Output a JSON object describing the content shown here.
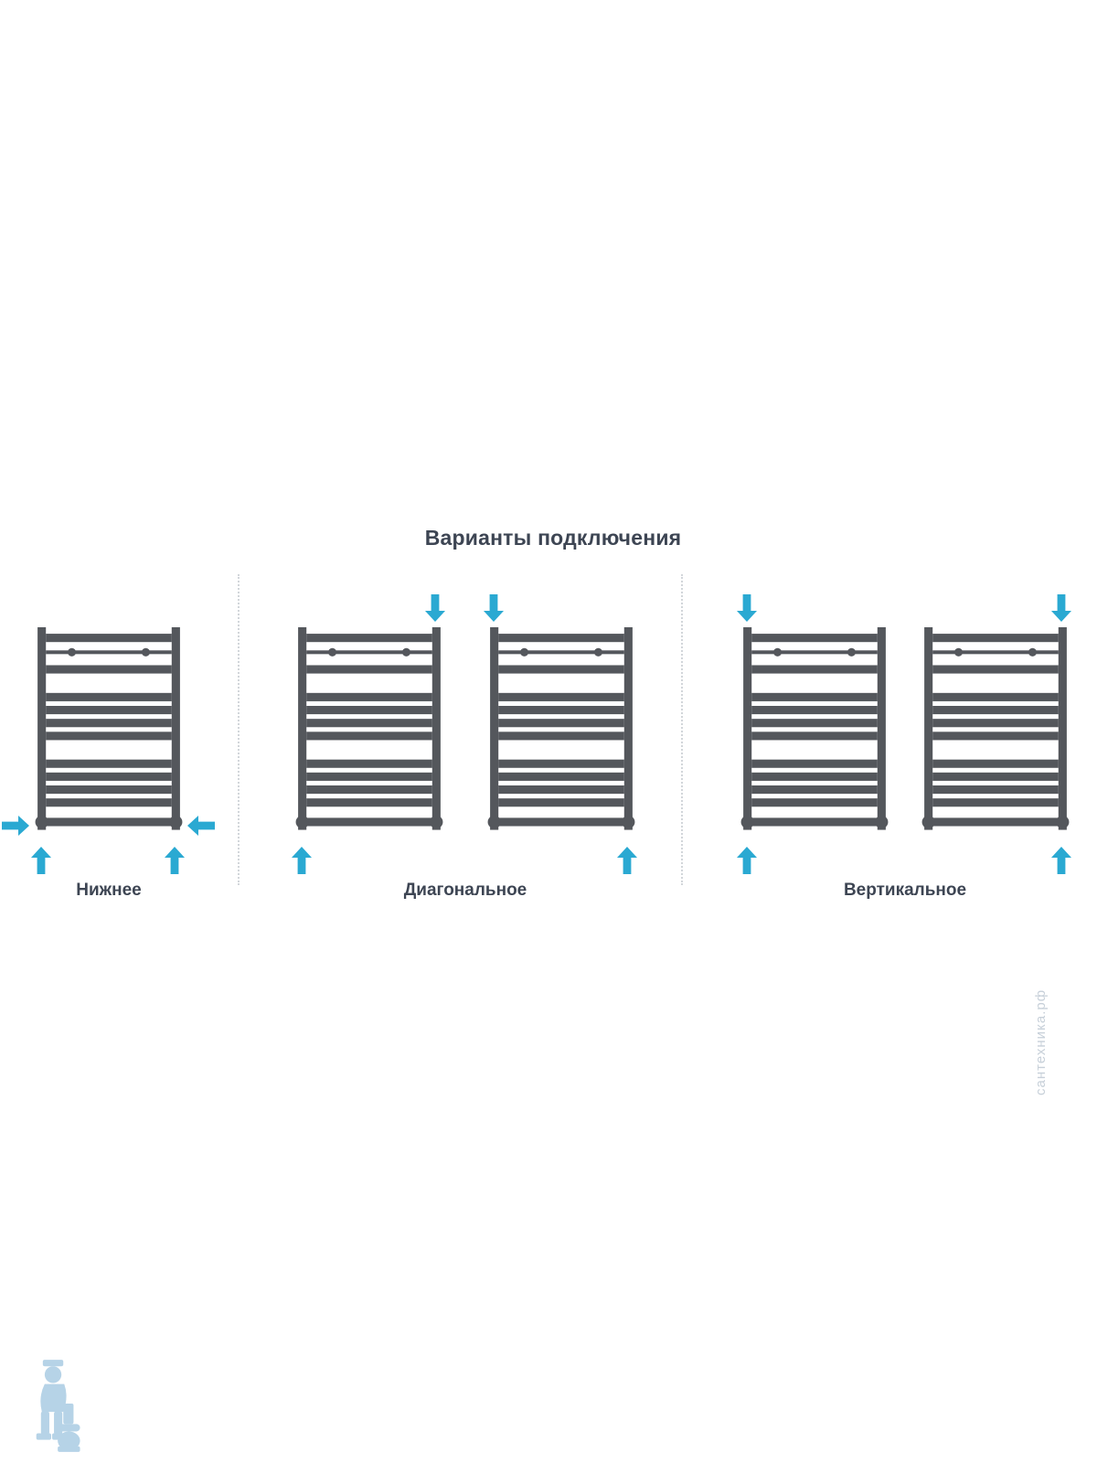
{
  "title": "Варианты подключения",
  "sections": [
    {
      "label": "Нижнее",
      "connection": "bottom",
      "radiators": [
        {
          "arrows": [
            "right-into-bottom-left",
            "left-into-bottom-right",
            "up-under-left-post",
            "up-under-right-post"
          ]
        }
      ]
    },
    {
      "label": "Диагональное",
      "connection": "diagonal",
      "radiators": [
        {
          "arrows": [
            "down-onto-top-right-post",
            "up-under-bottom-left-post"
          ]
        },
        {
          "arrows": [
            "down-onto-top-left-post",
            "up-under-bottom-right-post"
          ]
        }
      ]
    },
    {
      "label": "Вертикальное",
      "connection": "vertical",
      "radiators": [
        {
          "arrows": [
            "down-onto-top-left-post",
            "up-under-bottom-left-post"
          ]
        },
        {
          "arrows": [
            "down-onto-top-right-post",
            "up-under-bottom-right-post"
          ]
        }
      ]
    }
  ],
  "icons": {
    "radiator": "towel-rail-ladder-icon",
    "arrow": "flow-direction-arrow-icon",
    "watermark_logo": "plumber-with-toilet-icon"
  },
  "watermark_text": "сантехника.рф",
  "colors": {
    "radiator": "#54575c",
    "arrow": "#2aa9d2",
    "heading": "#3d4553",
    "label": "#3d4553",
    "divider": "#d2d6da",
    "watermark": "#b6d3e7",
    "watermark-text": "#c7d0d9",
    "background": "#ffffff"
  }
}
